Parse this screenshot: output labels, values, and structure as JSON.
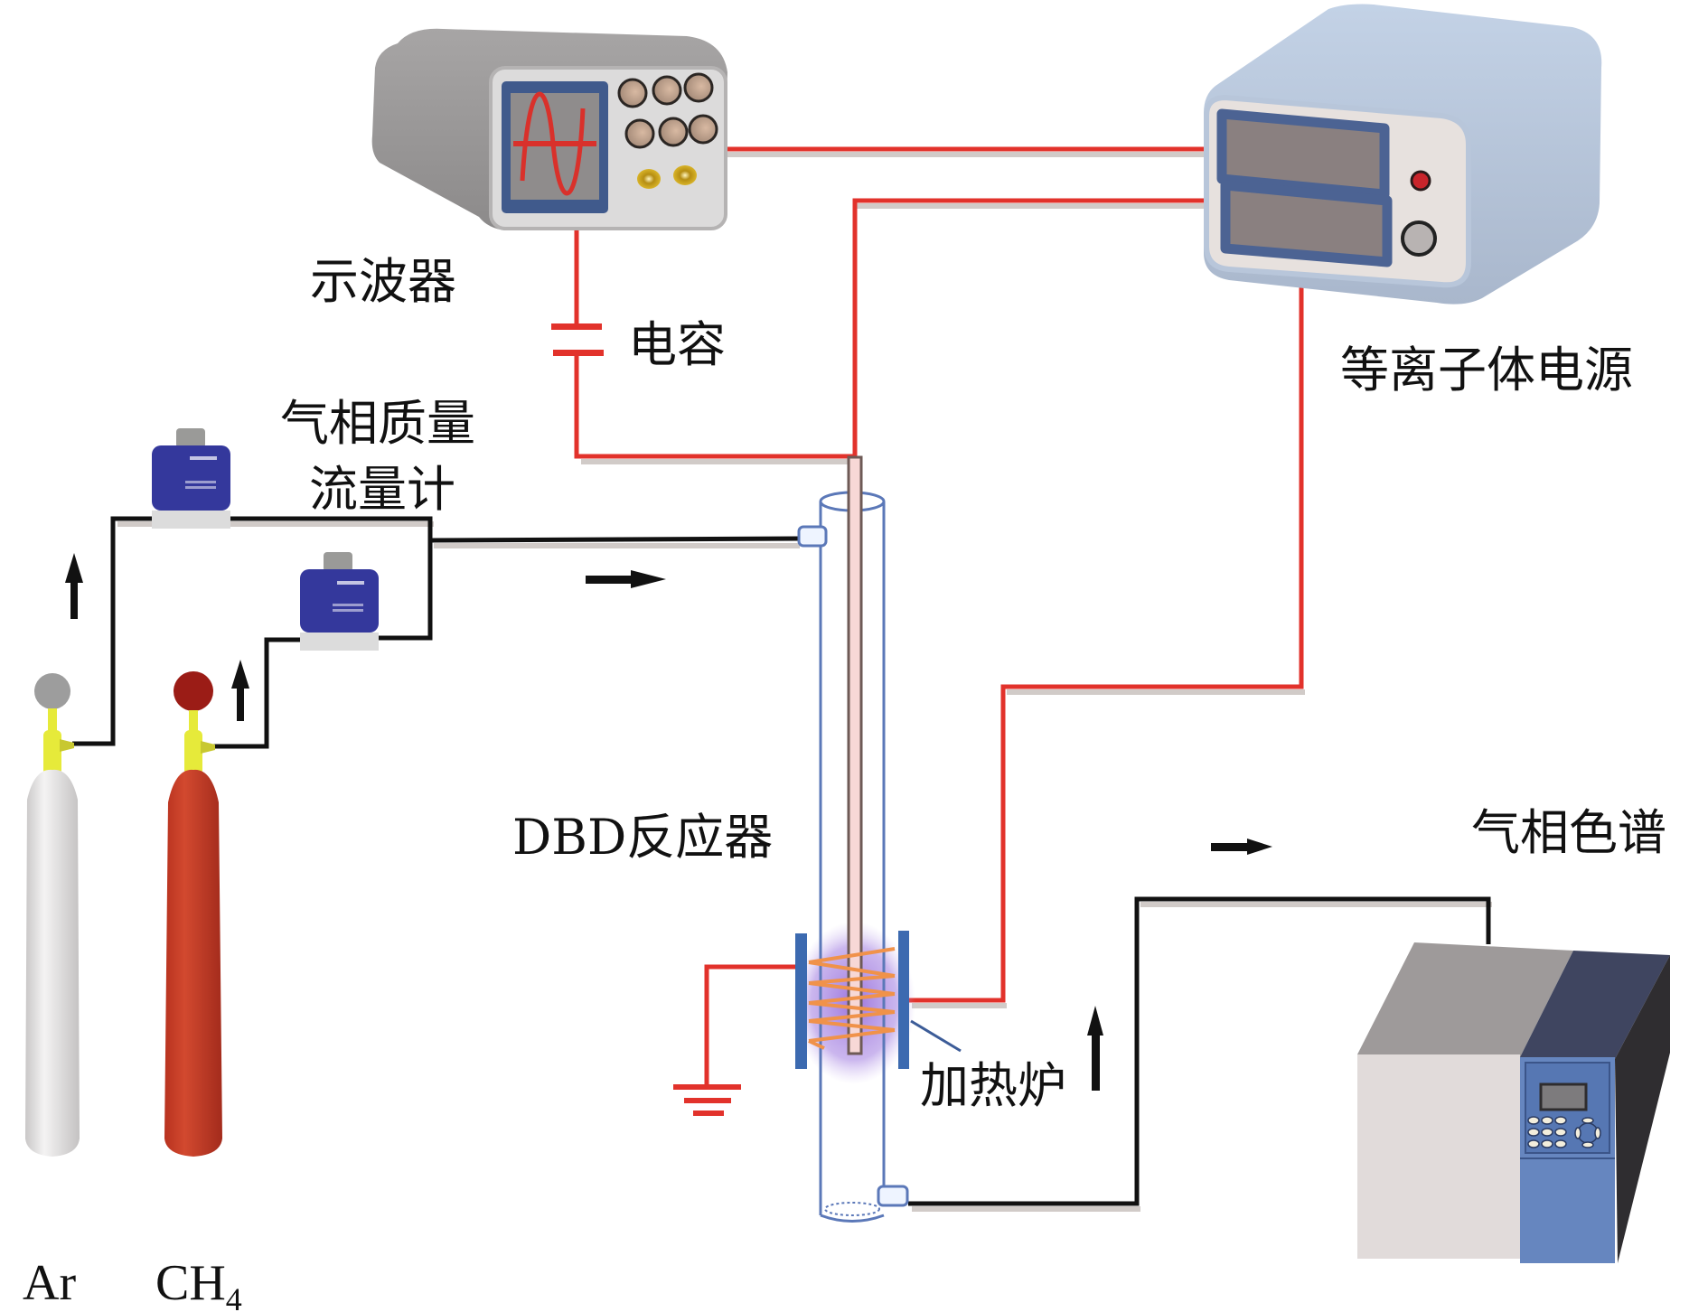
{
  "figure": {
    "type": "experimental setup schematic",
    "colors": {
      "electrical_wire": "#e2322b",
      "gas_line": "#111111",
      "reactor_outline": "#5b78b8",
      "electrode_plate": "#3c6ab0",
      "heater_coil": "#f0924a",
      "plasma_glow": "#8a5cd8",
      "ar_cylinder": "#d6d4d4",
      "ch4_cylinder": "#c0392b",
      "valve": "#e6ea3a"
    }
  },
  "labels": {
    "oscilloscope": "示波器",
    "capacitor": "电容",
    "plasma_power_supply": "等离子体电源",
    "mass_flow_meter_line1": "气相质量",
    "mass_flow_meter_line2": "流量计",
    "dbd_reactor": "DBD反应器",
    "heating_furnace": "加热炉",
    "gas_chromatograph": "气相色谱",
    "ar_cylinder": "Ar",
    "ch4_cylinder_main": "CH",
    "ch4_cylinder_sub": "4"
  },
  "components": [
    {
      "id": "oscilloscope",
      "label": "示波器"
    },
    {
      "id": "capacitor",
      "label": "电容"
    },
    {
      "id": "plasma_power_supply",
      "label": "等离子体电源"
    },
    {
      "id": "mass_flow_controller_ar",
      "label": "气相质量流量计"
    },
    {
      "id": "mass_flow_controller_ch4",
      "label": "气相质量流量计"
    },
    {
      "id": "dbd_reactor",
      "label": "DBD反应器"
    },
    {
      "id": "heating_furnace",
      "label": "加热炉"
    },
    {
      "id": "gas_chromatograph",
      "label": "气相色谱"
    },
    {
      "id": "ar_cylinder",
      "label": "Ar"
    },
    {
      "id": "ch4_cylinder",
      "label": "CH4"
    },
    {
      "id": "ground",
      "label": ""
    }
  ],
  "flow_arrows": [
    {
      "id": "ar-up",
      "direction": "up"
    },
    {
      "id": "ch4-up",
      "direction": "up"
    },
    {
      "id": "to-reactor",
      "direction": "right"
    },
    {
      "id": "from-reactor-up",
      "direction": "up"
    },
    {
      "id": "to-gc",
      "direction": "right"
    }
  ]
}
